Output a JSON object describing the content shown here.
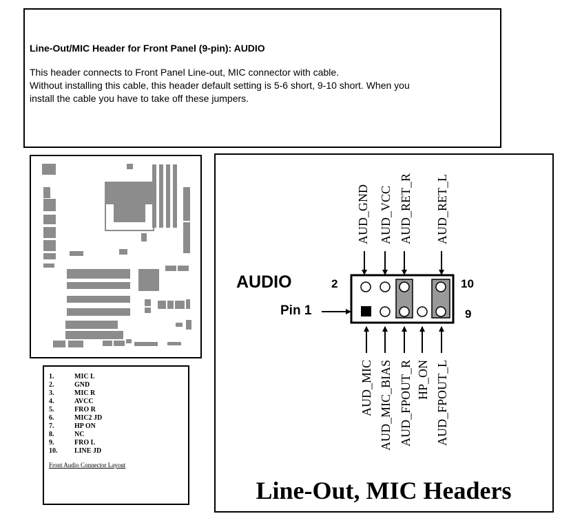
{
  "description": {
    "title": "Line-Out/MIC Header for Front Panel (9-pin): AUDIO",
    "lines": [
      "This header connects to Front Panel Line-out, MIC connector with cable.",
      "Without installing this cable, this header default setting is 5-6 short, 9-10 short.  When you",
      "install the cable you have to take off  these jumpers."
    ]
  },
  "legend": {
    "items": [
      {
        "num": "1.",
        "name": "MIC L"
      },
      {
        "num": "2.",
        "name": "GND"
      },
      {
        "num": "3.",
        "name": "MIC R"
      },
      {
        "num": "4.",
        "name": "AVCC"
      },
      {
        "num": "5.",
        "name": "FRO R"
      },
      {
        "num": "6.",
        "name": "MIC2 JD"
      },
      {
        "num": "7.",
        "name": "HP ON"
      },
      {
        "num": "8.",
        "name": "NC"
      },
      {
        "num": "9.",
        "name": "FRO L"
      },
      {
        "num": "10.",
        "name": "LINE JD"
      }
    ],
    "caption": "Front Audio Connector Layout"
  },
  "diagram": {
    "header_name": "AUDIO",
    "pin1_label": "Pin 1",
    "pin_numbers": {
      "top_left": "2",
      "top_right": "10",
      "bottom_right": "9"
    },
    "top_labels": [
      "AUD_GND",
      "AUD_VCC",
      "AUD_RET_R",
      "AUD_RET_L"
    ],
    "bottom_labels": [
      "AUD_MIC",
      "AUD_MIC_BIAS",
      "AUD_FPOUT_R",
      "HP_ON",
      "AUD_FPOUT_L"
    ],
    "caption": "Line-Out, MIC Headers"
  }
}
